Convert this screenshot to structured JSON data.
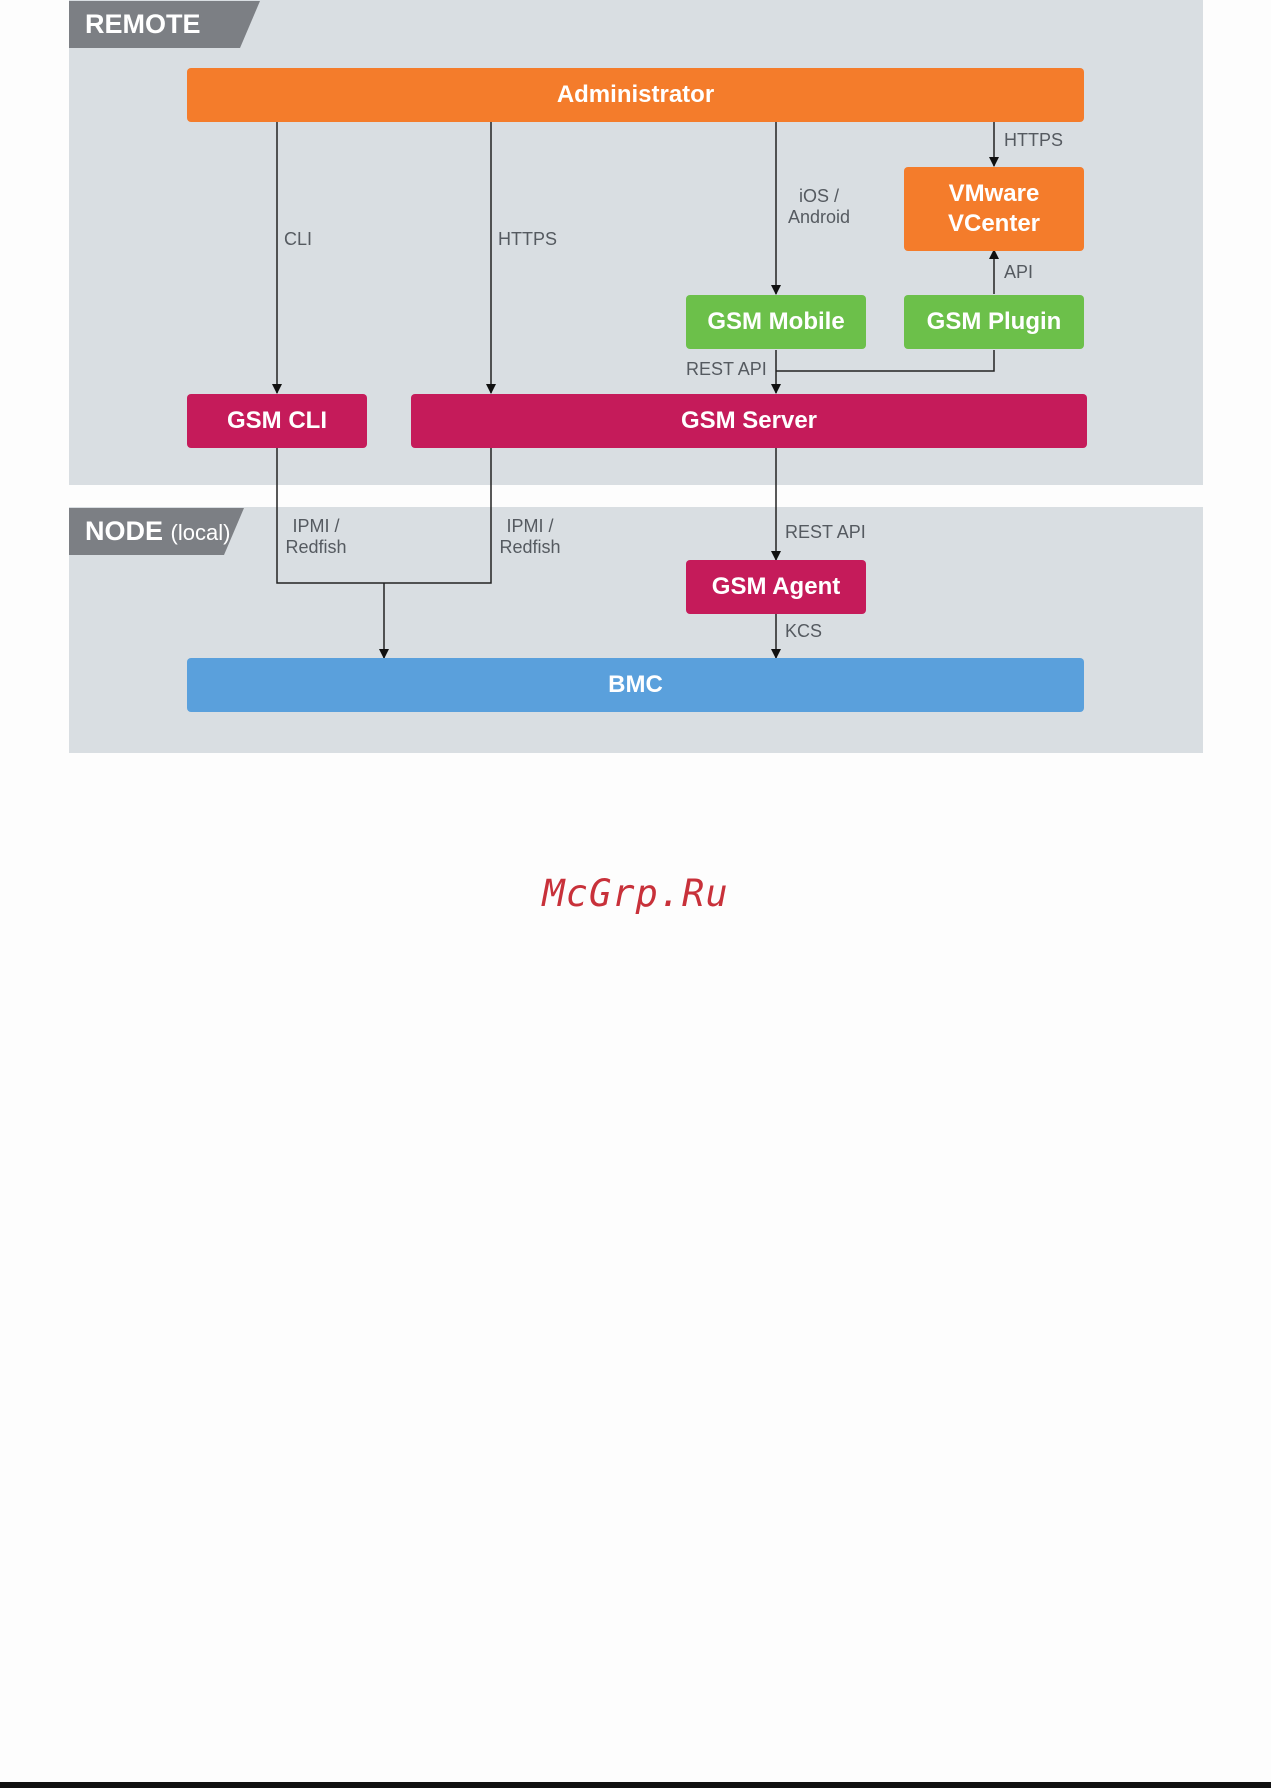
{
  "zones": {
    "remote": {
      "label": "REMOTE"
    },
    "node": {
      "label": "NODE",
      "sublabel": "(local)"
    }
  },
  "nodes": {
    "administrator": "Administrator",
    "vmware_vcenter_line1": "VMware",
    "vmware_vcenter_line2": "VCenter",
    "gsm_mobile": "GSM Mobile",
    "gsm_plugin": "GSM Plugin",
    "gsm_cli": "GSM CLI",
    "gsm_server": "GSM Server",
    "gsm_agent": "GSM Agent",
    "bmc": "BMC"
  },
  "edges": {
    "cli": "CLI",
    "https_server": "HTTPS",
    "ios_line1": "iOS /",
    "ios_line2": "Android",
    "https_vcenter": "HTTPS",
    "api": "API",
    "rest_api_mobile": "REST API",
    "ipmi_cli_line1": "IPMI /",
    "ipmi_cli_line2": "Redfish",
    "ipmi_server_line1": "IPMI /",
    "ipmi_server_line2": "Redfish",
    "rest_api_agent": "REST API",
    "kcs": "KCS"
  },
  "colors": {
    "remote_orange": "#f47c2b",
    "client_green": "#6cc04a",
    "gsm_crimson": "#c51b5a",
    "bmc_blue": "#5aa0dc",
    "zone_gray": "#d9dee2",
    "tag_gray": "#7c7f84"
  },
  "watermark": "McGrp.Ru"
}
